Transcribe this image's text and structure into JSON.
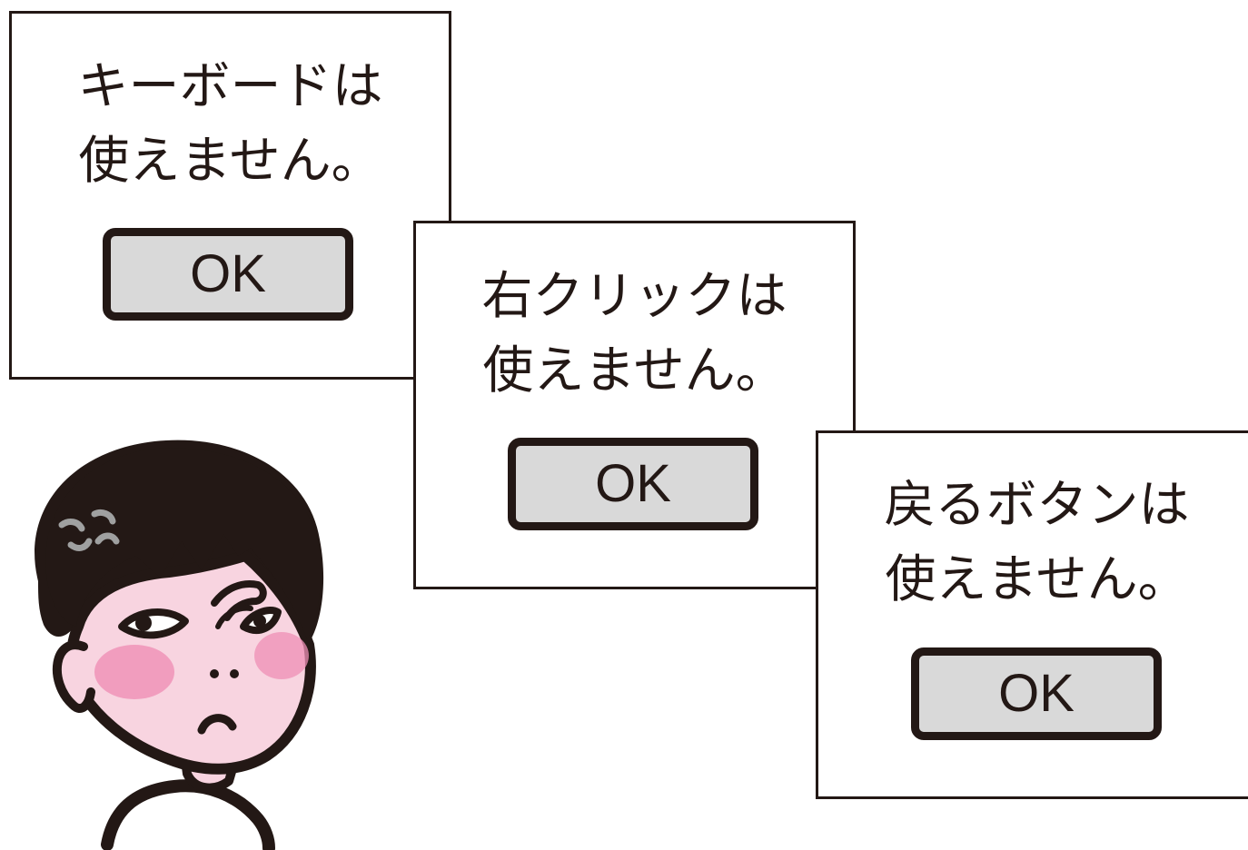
{
  "dialogs": [
    {
      "line1": "キーボードは",
      "line2": "使えません。",
      "button": "OK"
    },
    {
      "line1": "右クリックは",
      "line2": "使えません。",
      "button": "OK"
    },
    {
      "line1": "戻るボタンは",
      "line2": "使えません。",
      "button": "OK"
    }
  ],
  "colors": {
    "ink": "#231815",
    "button_fill": "#d9d9d9",
    "skin": "#f8d4e0",
    "blush": "#ef8fb5"
  },
  "icons": {
    "anger": "anger-mark-icon"
  }
}
